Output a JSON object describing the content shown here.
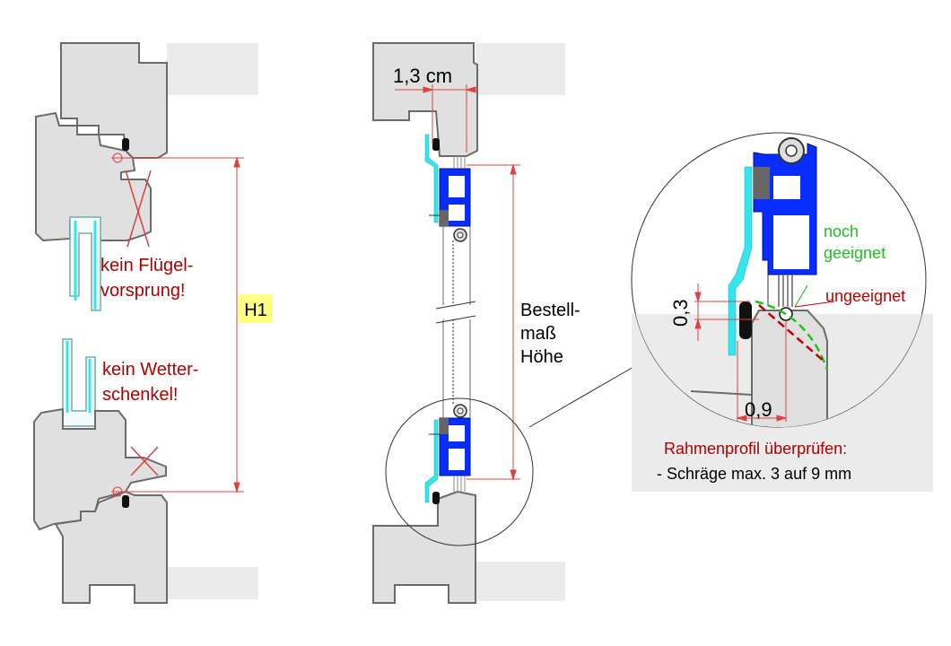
{
  "left_section": {
    "warning_sash": [
      "kein Flügel-",
      "vorsprung!"
    ],
    "warning_sill": [
      "kein Wetter-",
      "schenkel!"
    ],
    "height_label": "H1"
  },
  "middle_section": {
    "width_label": "1,3 cm",
    "order_height": [
      "Bestell-",
      "maß",
      "Höhe"
    ]
  },
  "detail": {
    "suitable": [
      "noch",
      "geeignet"
    ],
    "unsuitable": "ungeeignet",
    "dim_vertical": "0,3",
    "dim_horizontal": "0,9",
    "check_title": "Rahmenprofil überprüfen:",
    "check_rule": "- Schräge max. 3 auf  9 mm"
  },
  "colors": {
    "frame_fill": "#e0e0e0",
    "frame_stroke": "#6b6b6b",
    "warning_text": "#b00000",
    "dimension_red": "#e04040",
    "profile_blue": "#0a2dff",
    "seal_cyan": "#33e6ee",
    "suitable_green": "#20c020",
    "unsuitable_darkred": "#c00000",
    "h1_highlight": "#ffff80"
  }
}
